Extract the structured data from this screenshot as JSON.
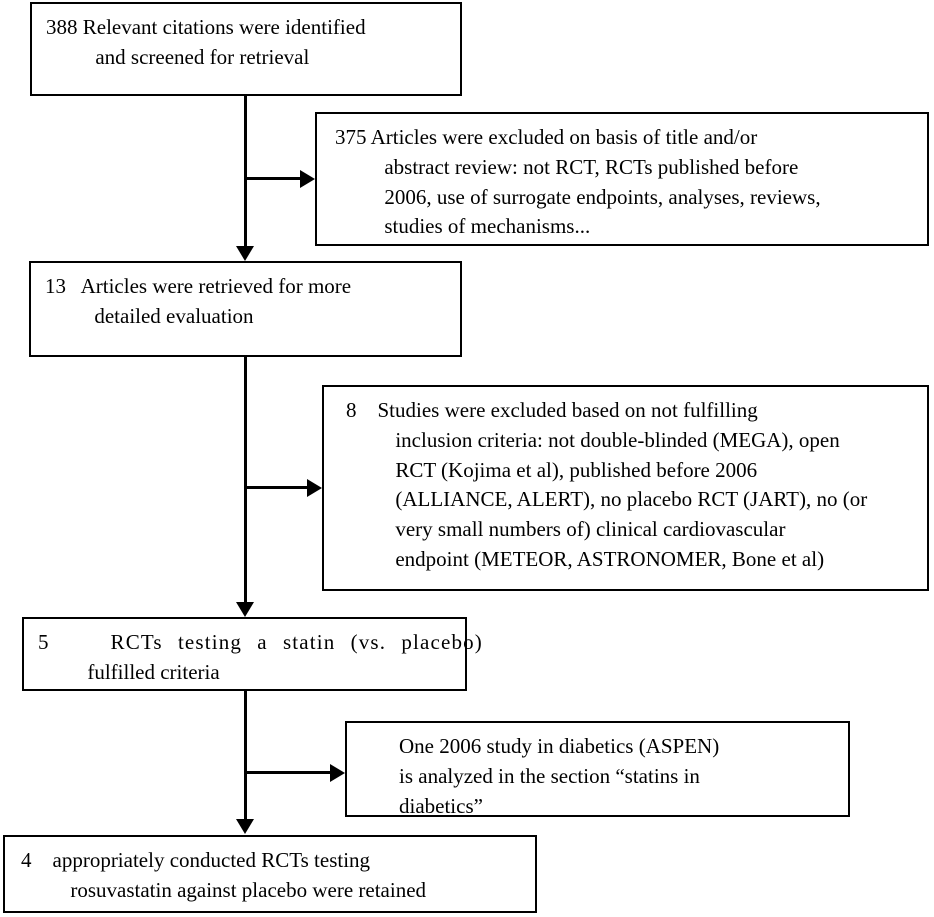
{
  "diagram": {
    "title": "Study selection flow diagram",
    "type": "flowchart",
    "stroke_color": "#000000",
    "background_color": "#ffffff"
  },
  "nodes": {
    "identified": {
      "count": "388",
      "line1": "388 Relevant citations were identified",
      "line2": "and screened for retrieval"
    },
    "excluded_title_abstract": {
      "count": "375",
      "line1": "375 Articles were excluded on basis of title and/or",
      "line2": "abstract review: not RCT, RCTs published before",
      "line3": "2006, use of surrogate endpoints, analyses, reviews,",
      "line4": "studies of mechanisms..."
    },
    "retrieved": {
      "count": "13",
      "line1": "13   Articles were retrieved for more",
      "line2": "detailed evaluation"
    },
    "excluded_criteria": {
      "count": "8",
      "line1": "8    Studies were excluded based on not fulfilling",
      "line2": "inclusion criteria: not double-blinded (MEGA), open",
      "line3": "RCT (Kojima et al), published before 2006",
      "line4": "(ALLIANCE, ALERT), no placebo RCT (JART), no (or",
      "line5": "very small numbers of) clinical cardiovascular",
      "line6": "endpoint (METEOR, ASTRONOMER, Bone et al)"
    },
    "fulfilled": {
      "count": "5",
      "line1": "5    RCTs testing a statin (vs. placebo)",
      "line2": "fulfilled criteria"
    },
    "aspen": {
      "line1": "One 2006 study in diabetics (ASPEN)",
      "line2": "is analyzed in the section “statins in",
      "line3": "diabetics”"
    },
    "retained": {
      "count": "4",
      "line1": "4    appropriately conducted RCTs testing",
      "line2": "rosuvastatin against placebo were retained"
    }
  }
}
